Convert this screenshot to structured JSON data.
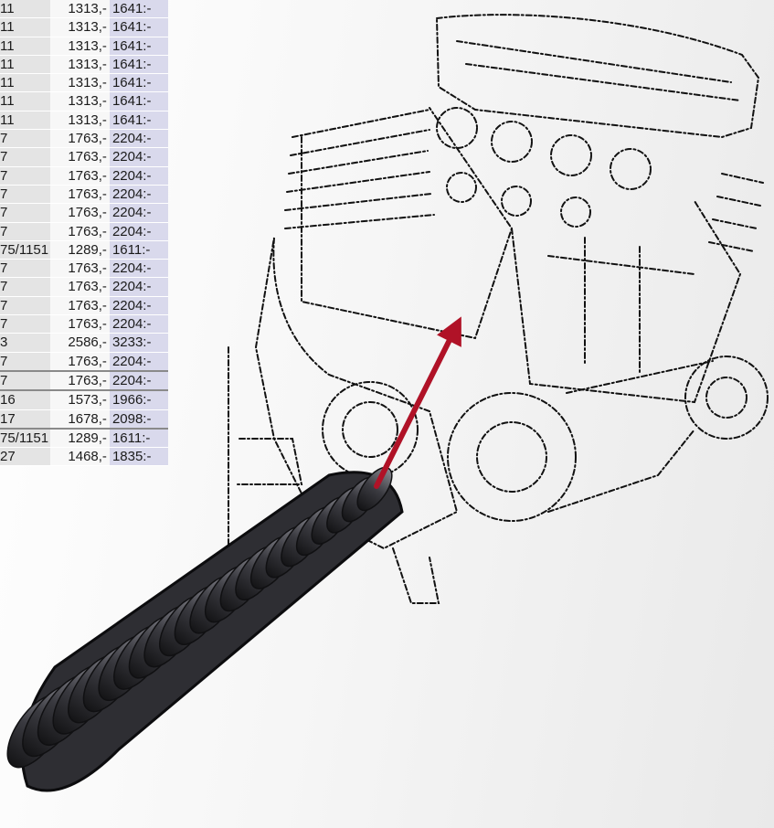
{
  "price_table": {
    "rows": [
      {
        "part": "11",
        "price_ex": "1313,-",
        "price_inc": "1641:-"
      },
      {
        "part": "11",
        "price_ex": "1313,-",
        "price_inc": "1641:-"
      },
      {
        "part": "11",
        "price_ex": "1313,-",
        "price_inc": "1641:-"
      },
      {
        "part": "11",
        "price_ex": "1313,-",
        "price_inc": "1641:-"
      },
      {
        "part": "11",
        "price_ex": "1313,-",
        "price_inc": "1641:-"
      },
      {
        "part": "11",
        "price_ex": "1313,-",
        "price_inc": "1641:-"
      },
      {
        "part": "11",
        "price_ex": "1313,-",
        "price_inc": "1641:-"
      },
      {
        "part": "7",
        "price_ex": "1763,-",
        "price_inc": "2204:-"
      },
      {
        "part": "7",
        "price_ex": "1763,-",
        "price_inc": "2204:-"
      },
      {
        "part": "7",
        "price_ex": "1763,-",
        "price_inc": "2204:-"
      },
      {
        "part": "7",
        "price_ex": "1763,-",
        "price_inc": "2204:-"
      },
      {
        "part": "7",
        "price_ex": "1763,-",
        "price_inc": "2204:-"
      },
      {
        "part": "7",
        "price_ex": "1763,-",
        "price_inc": "2204:-"
      },
      {
        "part": "75/1151",
        "price_ex": "1289,-",
        "price_inc": "1611:-"
      },
      {
        "part": "7",
        "price_ex": "1763,-",
        "price_inc": "2204:-"
      },
      {
        "part": "7",
        "price_ex": "1763,-",
        "price_inc": "2204:-"
      },
      {
        "part": "7",
        "price_ex": "1763,-",
        "price_inc": "2204:-"
      },
      {
        "part": "7",
        "price_ex": "1763,-",
        "price_inc": "2204:-"
      },
      {
        "part": "3",
        "price_ex": "2586,-",
        "price_inc": "3233:-"
      },
      {
        "part": "7",
        "price_ex": "1763,-",
        "price_inc": "2204:-"
      },
      {
        "part": "7",
        "price_ex": "1763,-",
        "price_inc": "2204:-"
      },
      {
        "part": "16",
        "price_ex": "1573,-",
        "price_inc": "1966:-"
      },
      {
        "part": "17",
        "price_ex": "1678,-",
        "price_inc": "2098:-"
      },
      {
        "part": "75/1151",
        "price_ex": "1289,-",
        "price_inc": "1611:-"
      },
      {
        "part": "27",
        "price_ex": "1468,-",
        "price_inc": "1835:-"
      }
    ]
  },
  "illustration": {
    "subject": "engine-with-cam-chain",
    "arrow_color": "#b01227",
    "chain_color": "#2e2e33"
  }
}
